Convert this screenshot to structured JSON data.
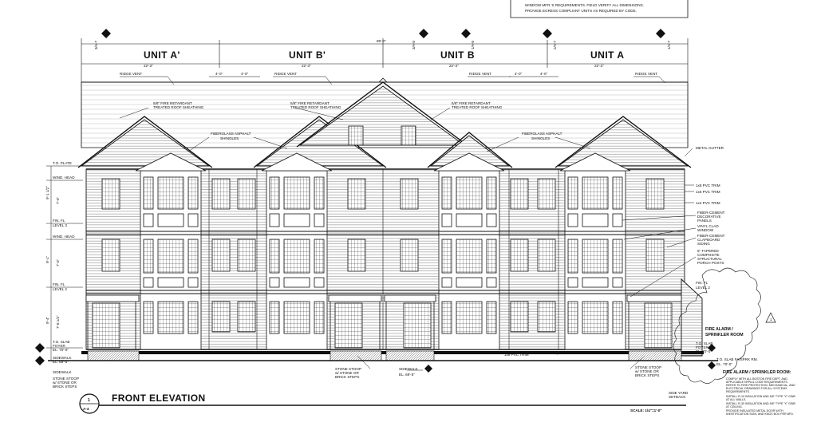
{
  "notes_box": {
    "lines": [
      "WINDOW MFR.'S REQUIREMENTS.  FIELD VERIFY ALL DIMENSIONS.",
      "PROVIDE EGRESS COMPLIANT UNITS AS REQUIRED BY CODE."
    ]
  },
  "units": [
    {
      "label": "UNIT A'",
      "width": "22'-3\""
    },
    {
      "label": "UNIT B'",
      "width": "22'-3\""
    },
    {
      "label": "UNIT B",
      "width": "22'-3\""
    },
    {
      "label": "UNIT A",
      "width": "22'-3\""
    }
  ],
  "overall_dim": "89'-0\"",
  "grid_markers": [
    "3/A-7",
    "3/A-8",
    "1/A-8",
    "2/A-7",
    "1/A-7"
  ],
  "dims": {
    "dormer_a": "4'-0\"",
    "dormer_b": "4'-0\""
  },
  "callouts": {
    "ridge_vent": "RIDGE VENT",
    "roof_sheathing_1": "5/8\" FIRE RETARDANT",
    "roof_sheathing_2": "TREATED ROOF SHEATHING",
    "shingles_1": "FIBERGLASS ASPHALT",
    "shingles_2": "SHINGLES",
    "metal_gutter": "METAL GUTTER",
    "trim_1": "1x8 PVC TRIM",
    "trim_2": "1x6 PVC TRIM",
    "trim_3": "1x4 PVC TRIM",
    "panels_1": "FIBER-CEMENT",
    "panels_2": "DECORATIVE",
    "panels_3": "PANELS",
    "window_1": "VINYL CLAD",
    "window_2": "WINDOW",
    "siding_1": "FIBER-CEMENT",
    "siding_2": "CLAPBOARD",
    "siding_3": "SIDING",
    "posts_1": "5\" TAPERED",
    "posts_2": "COMPOSITE",
    "posts_3": "STRUCTURAL",
    "posts_4": "PORCH POSTS",
    "trim_bottom": "1x8 PVC TRIM",
    "stoop_1": "STONE STOOP",
    "stoop_2": "w/ STONE OR",
    "stoop_3": "BRICK STEPS",
    "sidewalk": "SIDEWALK",
    "sidewalk_el": "EL. 69'-5\"",
    "side_yard_1": "SIDE YARD",
    "side_yard_2": "SETBACK",
    "fire_alarm_1": "FIRE ALARM /",
    "fire_alarm_2": "SPRINKLER ROOM"
  },
  "levels": {
    "to_plate": "T.O. PLATE",
    "wind_head": "WIND. HEAD",
    "fin_fl_3a": "FIN. FL",
    "fin_fl_3b": "LEVEL 3",
    "fin_fl_2a": "FIN. FL",
    "fin_fl_2b": "LEVEL 2",
    "slab_1": "T.O. SLAB",
    "slab_2": "FOYER",
    "slab_3": "EL. 70'-0\"",
    "sidewalk_l1": "SIDEWALK",
    "sidewalk_l2": "EL. 69'-5\"",
    "right_fin_1": "FIN. FL",
    "right_fin_2": "LEVEL 2",
    "right_slab_1": "T.O. SLAB",
    "right_slab_2": "FOYER",
    "right_slab_3": "EL. 70'-0\"",
    "right_sprk_1": "T.O. SLAB FA/SPRK RM.",
    "right_sprk_2": "EL. 70'-0\""
  },
  "vert_dims": [
    "9'-1 1/2\"",
    "7'-0\"",
    "9'-1\"",
    "7'-0\"",
    "9'-4\"",
    "7'-8 1/2\""
  ],
  "fire_room_notes": {
    "title": "FIRE ALARM / SPRINKLER ROOM:",
    "lines": [
      "COMPLY WITH ALL BOSTON FIRE DEPT. AND",
      "APPLICABLE NFPA & CODE REQUIREMENTS.",
      "REFER TO FIRE PROTECTION, MECHANICAL, AND",
      "ELECTRICAL DRAWINGS FOR ALL SYSTEMS",
      "REQUIREMENTS.",
      "INSTALL R-19 INSULATION AND 5/8\" TYPE \"X\" GWB",
      "AT ALL WALLS.",
      "INSTALL R-30 INSULATION AND 5/8\" TYPE \"X\" GWB",
      "AT CEILING.",
      "PROVIDE INSULATED METAL DOOR WITH",
      "IDENTIFICATION SIGN, AND KNOX BOX PER BFD."
    ]
  },
  "drawing_title": {
    "number": "1",
    "sheet": "A-4",
    "name": "FRONT ELEVATION",
    "scale": "SCALE: 1/4\"=1'-0\""
  },
  "revision_tag": "1"
}
